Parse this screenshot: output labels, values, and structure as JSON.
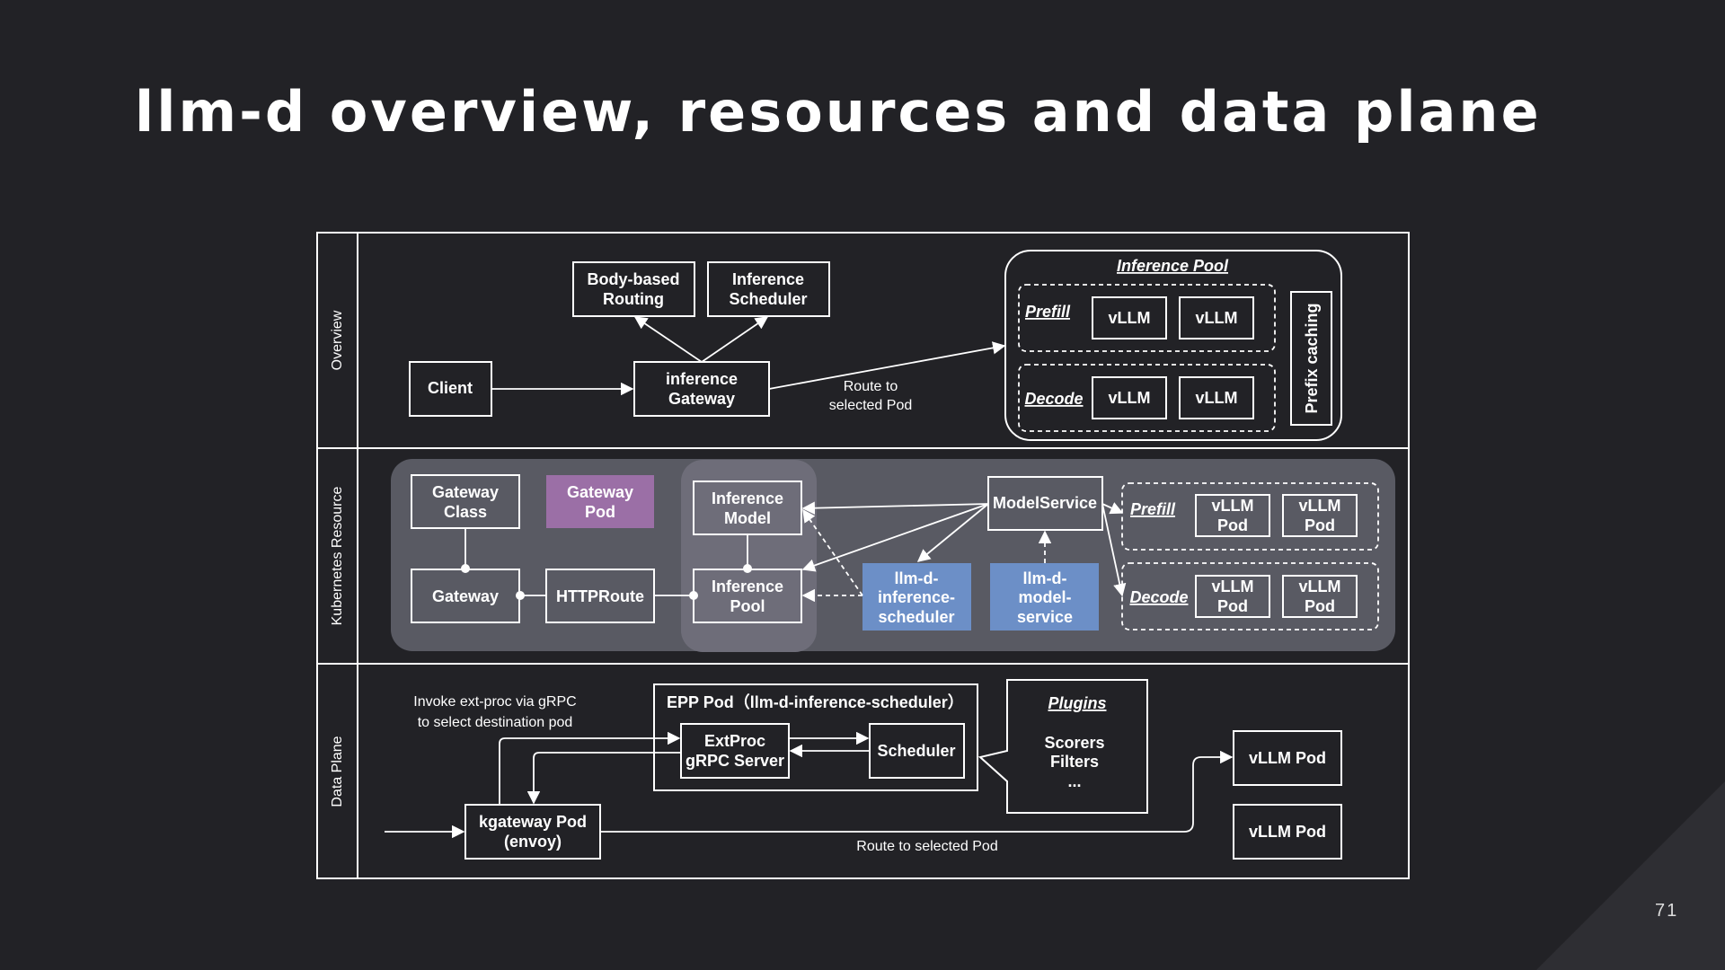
{
  "slide": {
    "title": "llm-d overview, resources and data plane",
    "page_number": "71"
  },
  "sections": {
    "overview": "Overview",
    "kubernetes": "Kubernetes Resource",
    "dataplane": "Data Plane"
  },
  "overview": {
    "client": "Client",
    "gateway": [
      "inference",
      "Gateway"
    ],
    "bbr": [
      "Body-based",
      "Routing"
    ],
    "scheduler": [
      "Inference",
      "Scheduler"
    ],
    "route": [
      "Route to",
      "selected Pod"
    ],
    "pool_title": "Inference Pool",
    "prefill": "Prefill",
    "decode": "Decode",
    "vllm": "vLLM",
    "prefix": "Prefix caching"
  },
  "k8s": {
    "gateway_class": [
      "Gateway",
      "Class"
    ],
    "gateway_pod": [
      "Gateway",
      "Pod"
    ],
    "gateway": "Gateway",
    "httproute": "HTTPRoute",
    "inference_model": [
      "Inference",
      "Model"
    ],
    "inference_pool": [
      "Inference",
      "Pool"
    ],
    "llmd_sched": [
      "llm-d-",
      "inference-",
      "scheduler"
    ],
    "llmd_ms": [
      "llm-d-",
      "model-",
      "service"
    ],
    "modelservice": "ModelService",
    "prefill": "Prefill",
    "decode": "Decode",
    "vllm_pod": [
      "vLLM",
      "Pod"
    ]
  },
  "dataplane": {
    "invoke": [
      "Invoke ext-proc via gRPC",
      "to select destination pod"
    ],
    "epp": "EPP Pod（llm-d-inference-scheduler）",
    "extproc": [
      "ExtProc",
      "gRPC Server"
    ],
    "scheduler": "Scheduler",
    "plugins": "Plugins",
    "plugin_items": [
      "Scorers",
      "Filters",
      "..."
    ],
    "kgateway": [
      "kgateway Pod",
      "(envoy)"
    ],
    "route": "Route to selected Pod",
    "vllm_pod": "vLLM Pod"
  },
  "colors": {
    "background": "#222226",
    "k8s_band": "#595a63",
    "pool_highlight": "#6e6d79",
    "gateway_pod": "#9b6fa6",
    "llmd_blue": "#6c8fc7"
  }
}
